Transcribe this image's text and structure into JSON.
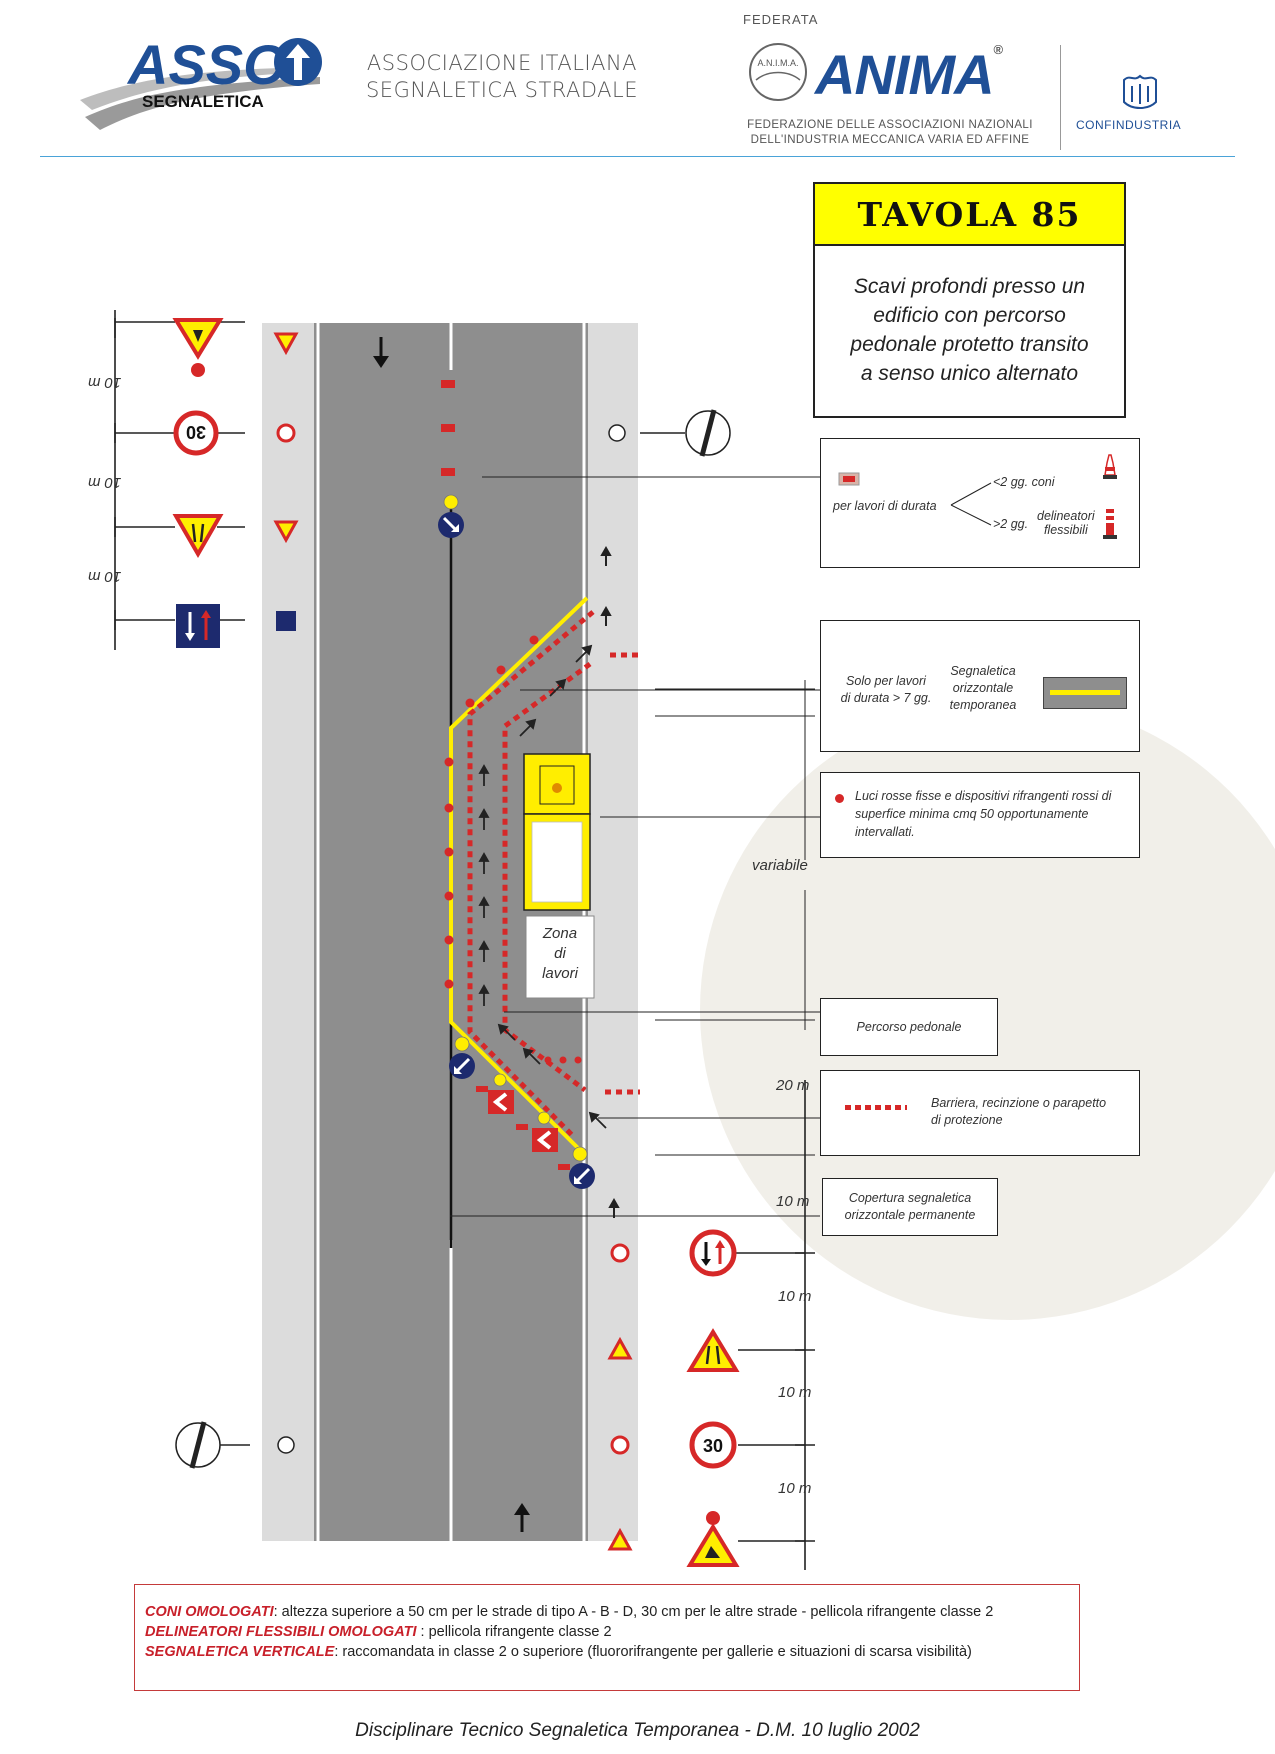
{
  "header": {
    "asso_logo_main": "ASSO",
    "asso_logo_sub": "SEGNALETICA",
    "association_line1": "ASSOCIAZIONE ITALIANA",
    "association_line2": "SEGNALETICA STRADALE",
    "federata": "FEDERATA",
    "anima_small": "A.N.I.M.A.",
    "anima_logo": "ANIMA",
    "anima_registered": "®",
    "anima_sub_line1": "FEDERAZIONE DELLE ASSOCIAZIONI NAZIONALI",
    "anima_sub_line2": "DELL'INDUSTRIA MECCANICA VARIA ED AFFINE",
    "confindustria": "CONFINDUSTRIA"
  },
  "title": {
    "tavola": "TAVOLA 85",
    "description": "Scavi profondi presso un edificio con percorso pedonale protetto transito a senso unico alternato"
  },
  "legend_cones": {
    "intro": "per lavori di durata",
    "short_condition": "<2 gg.",
    "short_item": "coni",
    "long_condition": ">2 gg.",
    "long_item_line1": "delineatori",
    "long_item_line2": "flessibili"
  },
  "legend_marking": {
    "text_line1": "Solo per lavori",
    "text_line2": "di durata > 7 gg.",
    "label_line1": "Segnaletica",
    "label_line2": "orizzontale",
    "label_line3": "temporanea"
  },
  "legend_lights": {
    "line1": "Luci rosse fisse e dispositivi rifrangenti rossi di",
    "line2": "superfice minima cmq 50 opportunamente",
    "line3": "intervallati."
  },
  "legend_pedestrian": "Percorso pedonale",
  "legend_barrier": {
    "line1": "Barriera, recinzione o parapetto",
    "line2": "di protezione"
  },
  "legend_cover": {
    "line1": "Copertura segnaletica",
    "line2": "orizzontale permanente"
  },
  "work_zone": {
    "line1": "Zona",
    "line2": "di",
    "line3": "lavori"
  },
  "distances": {
    "left_1": "10 m",
    "left_2": "10 m",
    "left_3": "10 m",
    "variabile": "variabile",
    "d20": "20 m",
    "d10a": "10 m",
    "right_1": "10 m",
    "right_2": "10 m",
    "right_3": "10 m"
  },
  "signs": {
    "speed_limit": "30"
  },
  "notes": {
    "cones_key": "CONI OMOLOGATI",
    "cones_text": ": altezza superiore a 50 cm per le strade di tipo A - B - D, 30 cm per le altre strade - pellicola rifrangente classe 2",
    "delineators_key": "DELINEATORI FLESSIBILI OMOLOGATI",
    "delineators_text": " :  pellicola rifrangente classe 2",
    "vertical_key": "SEGNALETICA VERTICALE",
    "vertical_text": ": raccomandata in classe 2 o superiore (fluororifrangente per gallerie e situazioni di scarsa visibilità)"
  },
  "footer": "Disciplinare Tecnico Segnaletica Temporanea - D.M.  10 luglio 2002",
  "colors": {
    "road": "#8e8e8e",
    "sidewalk": "#dcdcdc",
    "yellow": "#ffee00",
    "red": "#d62828",
    "sign_blue": "#1d2a6e",
    "brand_blue": "#1f4f96"
  }
}
